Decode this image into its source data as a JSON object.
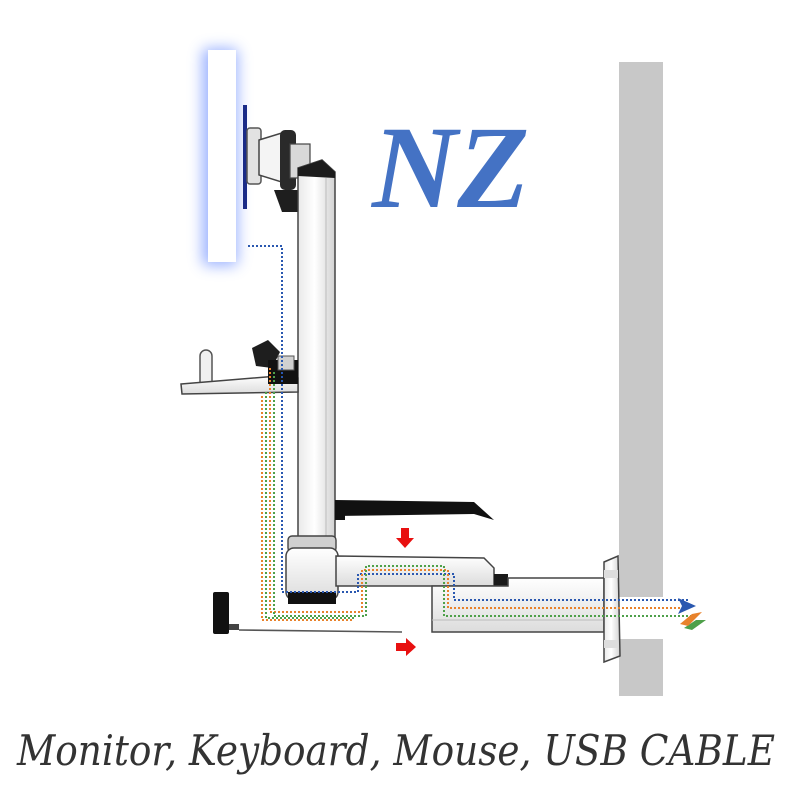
{
  "brand": {
    "logo_text": "NZ",
    "logo_color": "#4472c4"
  },
  "caption": "Monitor, Keyboard, Mouse, USB CABLE",
  "colors": {
    "wall": "#c8c8c8",
    "cable_blue": "#2a58b0",
    "cable_orange": "#e8822c",
    "cable_green": "#4ea04a",
    "arrow_red": "#e81010",
    "monitor_glow": "#9fb4ff",
    "caption": "#333333"
  },
  "icons": [
    "monitor-screen",
    "mount-arm",
    "keyboard-tray",
    "mouse-tray",
    "wall-bracket",
    "red-arrow",
    "cable-arrow"
  ]
}
